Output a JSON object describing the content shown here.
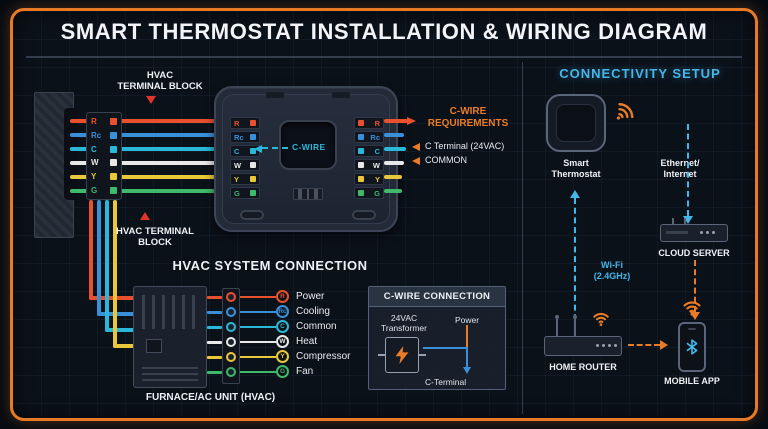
{
  "title": "SMART THERMOSTAT INSTALLATION & WIRING DIAGRAM",
  "colors": {
    "background": "#0a1019",
    "frame_border": "#e87a25",
    "accent_orange": "#ea7c26",
    "accent_cyan": "#45b6e8",
    "wire_red": "#e8502e",
    "wire_blue": "#3a8fd9",
    "wire_cyan": "#2bb8d8",
    "wire_white": "#e8e8e8",
    "wire_yellow": "#e8c83a",
    "wire_green": "#3fb96a"
  },
  "wiring": {
    "top_block_label_line1": "HVAC",
    "top_block_label_line2": "TERMINAL BLOCK",
    "bottom_block_label_line1": "HVAC TERMINAL",
    "bottom_block_label_line2": "BLOCK",
    "c_wire_label": "C-WIRE",
    "requirements": {
      "title_line1": "C-WIRE",
      "title_line2": "REQUIREMENTS",
      "item_1": "C Terminal (24VAC)",
      "item_2": "COMMON"
    },
    "terminals": [
      {
        "id": "R",
        "color": "#e8502e"
      },
      {
        "id": "Rc",
        "color": "#3a8fd9"
      },
      {
        "id": "C",
        "color": "#2bb8d8"
      },
      {
        "id": "W",
        "color": "#e8e8e8"
      },
      {
        "id": "Y",
        "color": "#e8c83a"
      },
      {
        "id": "G",
        "color": "#3fb96a"
      }
    ]
  },
  "hvac": {
    "title": "HVAC SYSTEM CONNECTION",
    "caption": "FURNACE/AC UNIT (HVAC)",
    "legend": [
      {
        "id": "R",
        "label": "Power",
        "color": "#e8502e"
      },
      {
        "id": "Rc",
        "label": "Cooling",
        "color": "#3a8fd9"
      },
      {
        "id": "C",
        "label": "Common",
        "color": "#2bb8d8"
      },
      {
        "id": "W",
        "label": "Heat",
        "color": "#e8e8e8"
      },
      {
        "id": "Y",
        "label": "Compressor",
        "color": "#e8c83a"
      },
      {
        "id": "G",
        "label": "Fan",
        "color": "#3fb96a"
      }
    ]
  },
  "cwire_box": {
    "title": "C-WIRE CONNECTION",
    "transformer_line1": "24VAC",
    "transformer_line2": "Transformer",
    "power_label": "Power",
    "terminal_label": "C-Terminal"
  },
  "connectivity": {
    "title": "CONNECTIVITY SETUP",
    "thermostat_label_line1": "Smart",
    "thermostat_label_line2": "Thermostat",
    "ethernet_label_line1": "Ethernet/",
    "ethernet_label_line2": "Internet",
    "cloud_server_label": "CLOUD SERVER",
    "wifi_label_line1": "Wi-Fi",
    "wifi_label_line2": "(2.4GHz)",
    "router_label": "HOME ROUTER",
    "mobile_app_label": "MOBILE APP"
  }
}
